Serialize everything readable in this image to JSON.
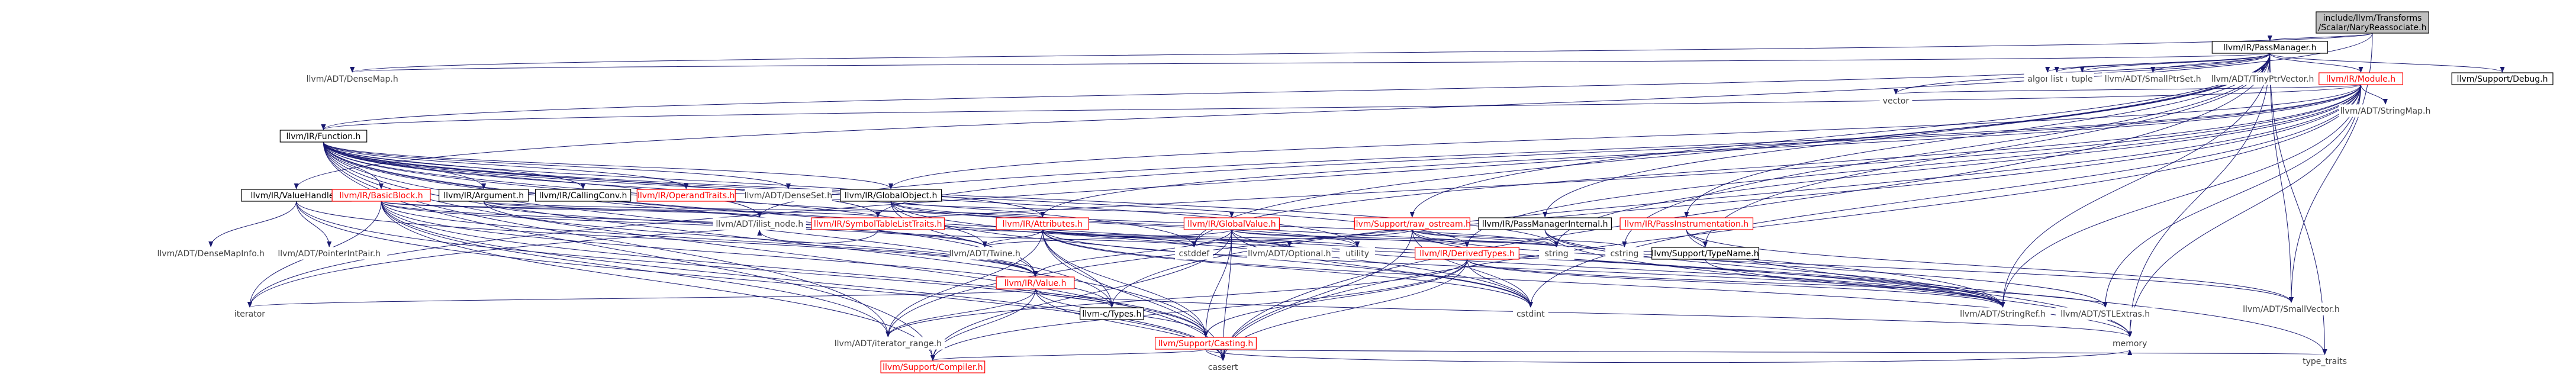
{
  "colors": {
    "edge": "#191970",
    "root_fill": "#bfbfbf",
    "node_fill": "#ffffff",
    "box_black": "#000000",
    "box_red": "#ff0000",
    "text_default": "#404040",
    "text_strong": "#000000",
    "text_red": "#ff0000"
  },
  "nodes": [
    {
      "id": "root",
      "label": "include/llvm/Transforms\n/Scalar/NaryReassociate.h",
      "style": "root"
    },
    {
      "id": "passmanager",
      "label": "llvm/IR/PassManager.h",
      "style": "black"
    },
    {
      "id": "densemap",
      "label": "llvm/ADT/DenseMap.h",
      "style": "plain"
    },
    {
      "id": "valuehandle",
      "label": "llvm/IR/ValueHandle.h",
      "style": "black"
    },
    {
      "id": "smallvector",
      "label": "llvm/ADT/SmallVector.h",
      "style": "plain"
    },
    {
      "id": "module",
      "label": "llvm/IR/Module.h",
      "style": "red"
    },
    {
      "id": "function",
      "label": "llvm/IR/Function.h",
      "style": "black"
    },
    {
      "id": "debug",
      "label": "llvm/Support/Debug.h",
      "style": "black"
    },
    {
      "id": "algorithm",
      "label": "algorithm",
      "style": "plain"
    },
    {
      "id": "list",
      "label": "list",
      "style": "plain"
    },
    {
      "id": "tuple",
      "label": "tuple",
      "style": "plain"
    },
    {
      "id": "smallptrset",
      "label": "llvm/ADT/SmallPtrSet.h",
      "style": "plain"
    },
    {
      "id": "tinyptrvector",
      "label": "llvm/ADT/TinyPtrVector.h",
      "style": "plain"
    },
    {
      "id": "vector",
      "label": "vector",
      "style": "plain"
    },
    {
      "id": "stringmap",
      "label": "llvm/ADT/StringMap.h",
      "style": "plain"
    },
    {
      "id": "basicblock",
      "label": "llvm/IR/BasicBlock.h",
      "style": "red"
    },
    {
      "id": "argument",
      "label": "llvm/IR/Argument.h",
      "style": "black"
    },
    {
      "id": "callingconv",
      "label": "llvm/IR/CallingConv.h",
      "style": "black"
    },
    {
      "id": "operandtraits",
      "label": "llvm/IR/OperandTraits.h",
      "style": "red"
    },
    {
      "id": "denseset",
      "label": "llvm/ADT/DenseSet.h",
      "style": "plain"
    },
    {
      "id": "globalobject",
      "label": "llvm/IR/GlobalObject.h",
      "style": "black"
    },
    {
      "id": "ilistnode",
      "label": "llvm/ADT/ilist_node.h",
      "style": "plain"
    },
    {
      "id": "symboltable",
      "label": "llvm/IR/SymbolTableListTraits.h",
      "style": "red"
    },
    {
      "id": "attributes",
      "label": "llvm/IR/Attributes.h",
      "style": "red"
    },
    {
      "id": "globalvalue",
      "label": "llvm/IR/GlobalValue.h",
      "style": "red"
    },
    {
      "id": "rawostream",
      "label": "llvm/Support/raw_ostream.h",
      "style": "red"
    },
    {
      "id": "pmi",
      "label": "llvm/IR/PassManagerInternal.h",
      "style": "black"
    },
    {
      "id": "passinstr",
      "label": "llvm/IR/PassInstrumentation.h",
      "style": "red"
    },
    {
      "id": "densemapinfo",
      "label": "llvm/ADT/DenseMapInfo.h",
      "style": "plain"
    },
    {
      "id": "pointerintpair",
      "label": "llvm/ADT/PointerIntPair.h",
      "style": "plain"
    },
    {
      "id": "value",
      "label": "llvm/IR/Value.h",
      "style": "red"
    },
    {
      "id": "twine",
      "label": "llvm/ADT/Twine.h",
      "style": "plain"
    },
    {
      "id": "cstddef",
      "label": "cstddef",
      "style": "plain"
    },
    {
      "id": "optional",
      "label": "llvm/ADT/Optional.h",
      "style": "plain"
    },
    {
      "id": "utility",
      "label": "utility",
      "style": "plain"
    },
    {
      "id": "derivedtypes",
      "label": "llvm/IR/DerivedTypes.h",
      "style": "red"
    },
    {
      "id": "string",
      "label": "string",
      "style": "plain"
    },
    {
      "id": "cstring",
      "label": "cstring",
      "style": "plain"
    },
    {
      "id": "typename",
      "label": "llvm/Support/TypeName.h",
      "style": "black"
    },
    {
      "id": "iterator",
      "label": "iterator",
      "style": "plain"
    },
    {
      "id": "ctypes",
      "label": "llvm-c/Types.h",
      "style": "black"
    },
    {
      "id": "iteratorrange",
      "label": "llvm/ADT/iterator_range.h",
      "style": "plain"
    },
    {
      "id": "casting",
      "label": "llvm/Support/Casting.h",
      "style": "red"
    },
    {
      "id": "cstdint",
      "label": "cstdint",
      "style": "plain"
    },
    {
      "id": "stringref",
      "label": "llvm/ADT/StringRef.h",
      "style": "plain"
    },
    {
      "id": "stlextras",
      "label": "llvm/ADT/STLExtras.h",
      "style": "plain"
    },
    {
      "id": "compiler",
      "label": "llvm/Support/Compiler.h",
      "style": "red"
    },
    {
      "id": "cassert",
      "label": "cassert",
      "style": "plain"
    },
    {
      "id": "memory",
      "label": "memory",
      "style": "plain"
    },
    {
      "id": "typetraits",
      "label": "type_traits",
      "style": "plain"
    }
  ],
  "edges": [
    [
      "root",
      "passmanager"
    ],
    [
      "root",
      "densemap"
    ],
    [
      "root",
      "valuehandle"
    ],
    [
      "root",
      "smallvector"
    ],
    [
      "passmanager",
      "densemap"
    ],
    [
      "passmanager",
      "smallvector"
    ],
    [
      "passmanager",
      "module"
    ],
    [
      "passmanager",
      "function"
    ],
    [
      "passmanager",
      "debug"
    ],
    [
      "passmanager",
      "algorithm"
    ],
    [
      "passmanager",
      "list"
    ],
    [
      "passmanager",
      "tuple"
    ],
    [
      "passmanager",
      "smallptrset"
    ],
    [
      "passmanager",
      "tinyptrvector"
    ],
    [
      "passmanager",
      "vector"
    ],
    [
      "passmanager",
      "stringref"
    ],
    [
      "passmanager",
      "pmi"
    ],
    [
      "passmanager",
      "passinstr"
    ],
    [
      "passmanager",
      "typename"
    ],
    [
      "passmanager",
      "rawostream"
    ],
    [
      "passmanager",
      "memory"
    ],
    [
      "passmanager",
      "typetraits"
    ],
    [
      "passmanager",
      "cstring"
    ],
    [
      "passmanager",
      "iterator"
    ],
    [
      "passmanager",
      "cassert"
    ],
    [
      "passmanager",
      "cstddef"
    ],
    [
      "module",
      "function"
    ],
    [
      "module",
      "stringmap"
    ],
    [
      "module",
      "vector"
    ],
    [
      "module",
      "attributes"
    ],
    [
      "module",
      "globalobject"
    ],
    [
      "module",
      "derivedtypes"
    ],
    [
      "module",
      "ilistnode"
    ],
    [
      "module",
      "iteratorrange"
    ],
    [
      "module",
      "stringref"
    ],
    [
      "module",
      "string"
    ],
    [
      "module",
      "cstddef"
    ],
    [
      "module",
      "cstdint"
    ],
    [
      "module",
      "memory"
    ],
    [
      "module",
      "ctypes"
    ],
    [
      "module",
      "stlextras"
    ],
    [
      "module",
      "iterator"
    ],
    [
      "module",
      "symboltable"
    ],
    [
      "module",
      "cassert"
    ],
    [
      "function",
      "basicblock"
    ],
    [
      "function",
      "argument"
    ],
    [
      "function",
      "callingconv"
    ],
    [
      "function",
      "operandtraits"
    ],
    [
      "function",
      "denseset"
    ],
    [
      "function",
      "globalobject"
    ],
    [
      "function",
      "ilistnode"
    ],
    [
      "function",
      "symboltable"
    ],
    [
      "function",
      "attributes"
    ],
    [
      "function",
      "twine"
    ],
    [
      "function",
      "value"
    ],
    [
      "function",
      "stringref"
    ],
    [
      "function",
      "derivedtypes"
    ],
    [
      "function",
      "iteratorrange"
    ],
    [
      "function",
      "casting"
    ],
    [
      "function",
      "compiler"
    ],
    [
      "function",
      "cassert"
    ],
    [
      "function",
      "cstddef"
    ],
    [
      "function",
      "cstdint"
    ],
    [
      "function",
      "memory"
    ],
    [
      "function",
      "string"
    ],
    [
      "function",
      "utility"
    ],
    [
      "function",
      "ctypes"
    ],
    [
      "basicblock",
      "ilistnode"
    ],
    [
      "basicblock",
      "twine"
    ],
    [
      "basicblock",
      "value"
    ],
    [
      "basicblock",
      "symboltable"
    ],
    [
      "basicblock",
      "iteratorrange"
    ],
    [
      "basicblock",
      "casting"
    ],
    [
      "basicblock",
      "compiler"
    ],
    [
      "basicblock",
      "ctypes"
    ],
    [
      "basicblock",
      "cassert"
    ],
    [
      "basicblock",
      "cstddef"
    ],
    [
      "basicblock",
      "iterator"
    ],
    [
      "argument",
      "twine"
    ],
    [
      "argument",
      "value"
    ],
    [
      "argument",
      "ilistnode"
    ],
    [
      "argument",
      "attributes"
    ],
    [
      "globalobject",
      "globalvalue"
    ],
    [
      "globalobject",
      "value"
    ],
    [
      "globalobject",
      "stringref"
    ],
    [
      "globalobject",
      "string"
    ],
    [
      "globalobject",
      "utility"
    ],
    [
      "globalobject",
      "cstdint"
    ],
    [
      "symboltable",
      "ilistnode"
    ],
    [
      "symboltable",
      "cstddef"
    ],
    [
      "attributes",
      "optional"
    ],
    [
      "attributes",
      "stringref"
    ],
    [
      "attributes",
      "iteratorrange"
    ],
    [
      "attributes",
      "ctypes"
    ],
    [
      "attributes",
      "casting"
    ],
    [
      "attributes",
      "cassert"
    ],
    [
      "attributes",
      "cstdint"
    ],
    [
      "attributes",
      "string"
    ],
    [
      "attributes",
      "utility"
    ],
    [
      "attributes",
      "memory"
    ],
    [
      "attributes",
      "twine"
    ],
    [
      "globalvalue",
      "derivedtypes"
    ],
    [
      "globalvalue",
      "value"
    ],
    [
      "globalvalue",
      "stringref"
    ],
    [
      "globalvalue",
      "twine"
    ],
    [
      "globalvalue",
      "casting"
    ],
    [
      "globalvalue",
      "compiler"
    ],
    [
      "globalvalue",
      "cassert"
    ],
    [
      "globalvalue",
      "cstdint"
    ],
    [
      "globalvalue",
      "string"
    ],
    [
      "derivedtypes",
      "stringref"
    ],
    [
      "derivedtypes",
      "casting"
    ],
    [
      "derivedtypes",
      "cassert"
    ],
    [
      "derivedtypes",
      "cstdint"
    ],
    [
      "derivedtypes",
      "stlextras"
    ],
    [
      "derivedtypes",
      "compiler"
    ],
    [
      "derivedtypes",
      "iteratorrange"
    ],
    [
      "rawostream",
      "stringref"
    ],
    [
      "rawostream",
      "smallvector"
    ],
    [
      "rawostream",
      "cassert"
    ],
    [
      "rawostream",
      "cstddef"
    ],
    [
      "rawostream",
      "cstdint"
    ],
    [
      "rawostream",
      "cstring"
    ],
    [
      "rawostream",
      "string"
    ],
    [
      "pmi",
      "stringref"
    ],
    [
      "pmi",
      "memory"
    ],
    [
      "pmi",
      "stlextras"
    ],
    [
      "passinstr",
      "typename"
    ],
    [
      "passinstr",
      "smallvector"
    ],
    [
      "passinstr",
      "typetraits"
    ],
    [
      "typename",
      "stringref"
    ],
    [
      "valuehandle",
      "densemapinfo"
    ],
    [
      "valuehandle",
      "pointerintpair"
    ],
    [
      "valuehandle",
      "value"
    ],
    [
      "valuehandle",
      "casting"
    ],
    [
      "valuehandle",
      "cassert"
    ],
    [
      "value",
      "ctypes"
    ],
    [
      "value",
      "iteratorrange"
    ],
    [
      "value",
      "casting"
    ],
    [
      "value",
      "compiler"
    ],
    [
      "value",
      "cassert"
    ],
    [
      "value",
      "iterator"
    ],
    [
      "value",
      "memory"
    ],
    [
      "casting",
      "compiler"
    ],
    [
      "casting",
      "cassert"
    ],
    [
      "casting",
      "memory"
    ],
    [
      "casting",
      "typetraits"
    ]
  ]
}
